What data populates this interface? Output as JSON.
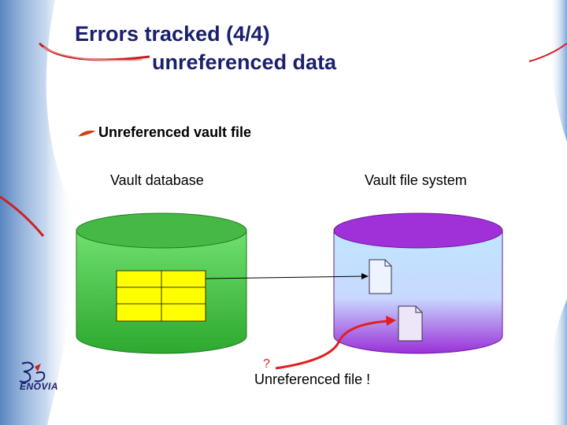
{
  "slide": {
    "title_line1": "Errors tracked (4/4)",
    "title_line2": "unreferenced data",
    "bullet": "Unreferenced vault file"
  },
  "diagram": {
    "left_label": "Vault database",
    "right_label": "Vault file system",
    "question_mark": "?",
    "callout": "Unreferenced file !"
  },
  "branding": {
    "logo_mark": "3DS",
    "logo_text": "ENOVIA"
  },
  "colors": {
    "title": "#1a1f6e",
    "db_cylinder": "#3cb33c",
    "fs_cylinder": "#9a2fd0",
    "table_cells": "#ffff00",
    "arrow_red": "#e02020"
  }
}
